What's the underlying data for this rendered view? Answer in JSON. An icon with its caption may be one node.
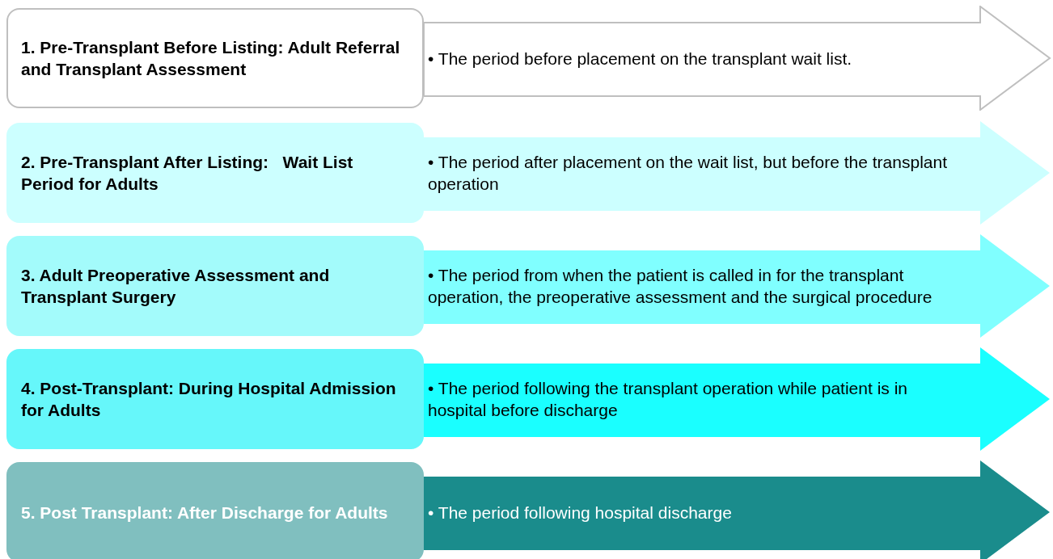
{
  "diagram": {
    "nodes": [
      {
        "text": [
          "1. Pre-Transplant Before Listing: Adult Referral and Transplant Assessment"
        ]
      },
      {
        "text": [
          "• The period before placement on the transplant wait list."
        ]
      },
      {
        "text": [
          "2. Pre-Transplant After Listing:   Wait List Period for Adults"
        ]
      },
      {
        "text": [
          "• The period after placement on the wait list, but before the transplant operation"
        ]
      },
      {
        "text": [
          "3. Adult Preoperative Assessment and Transplant Surgery"
        ]
      },
      {
        "text": [
          "• The period from when the patient is called in for the transplant operation, the preoperative assessment and the surgical procedure"
        ]
      },
      {
        "text": [
          "4. Post-Transplant: During Hospital Admission for Adults"
        ]
      },
      {
        "text": [
          "• The period following the transplant operation while patient is in hospital before discharge"
        ]
      },
      {
        "text": [
          "5. Post Transplant: After Discharge for Adults"
        ]
      },
      {
        "text": [
          "• The period following hospital discharge"
        ]
      }
    ]
  }
}
